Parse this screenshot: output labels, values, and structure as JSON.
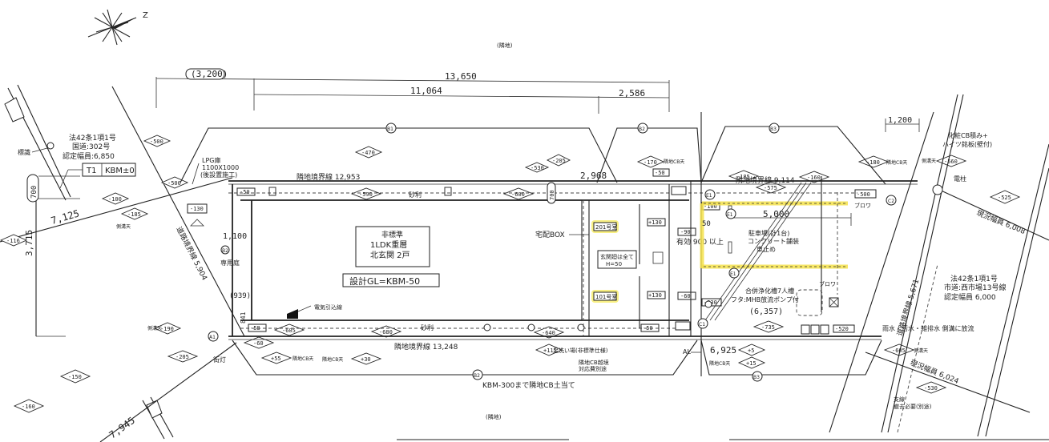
{
  "compass": {
    "north_label": "Z",
    "icon": "compass-rose-icon"
  },
  "neighbor_labels": {
    "top": "(隣地)",
    "bottom": "(隣地)"
  },
  "dimensions": {
    "top_overall": "13,650",
    "top_left_paren": "(3,200)",
    "top_sub_a": "11,064",
    "top_sub_b": "2,586",
    "right_top": "1,200",
    "boundary_top": "隣地境界線 12,953",
    "boundary_top_right_a": "2,968",
    "boundary_top_right_b": "隣地境界線 9,114",
    "boundary_bottom": "隣地境界線 13,248",
    "boundary_bottom_right": "6,925",
    "road_left": "道路境界線 5,904",
    "road_right": "道路境界線 5,671",
    "left_diag": "7,125",
    "left_vertical": "3,715",
    "left_bottom_diag": "7,945",
    "right_road_top": "現況幅員 6,008",
    "right_road_bottom": "現況幅員 6,024",
    "parking_len": "5,000",
    "septic_dim": "(6,357)",
    "dim_1100": "1,100",
    "dim_939": "(939)",
    "dim_841": "841",
    "dim_700_left": "700",
    "dim_700_mid": "700",
    "stair_width": "有効 900 以上",
    "pk_side": "50"
  },
  "road_info": {
    "left": {
      "line1": "法42条1項1号",
      "line2": "国道:302号",
      "line3": "認定幅員:6,850"
    },
    "right": {
      "line1": "法42条1項1号",
      "line2": "市道:西市場13号線",
      "line3": "認定幅員 6,000"
    }
  },
  "benchmark": {
    "label": "T1",
    "value": "KBM±0"
  },
  "building": {
    "title_line1": "非標準",
    "title_line2": "1LDK重層",
    "title_line3": "北玄関 2戸",
    "design_gl": "設計GL=KBM-50",
    "unit_201": "201号室",
    "unit_101": "101号室",
    "entry_note_line1": "玄関廻は全て",
    "entry_note_line2": "H=50",
    "delivery_box": "宅配BOX"
  },
  "annotations": {
    "lpg_line1": "LPG庫",
    "lpg_line2": "1100X1000",
    "lpg_line3": "(後設置施工)",
    "gravel_top": "砂利",
    "gravel_bottom": "砂利",
    "private_garden": "専用庭",
    "electric": "電気引込線",
    "street_light": "街灯",
    "sign": "標識",
    "utility_pole": "電柱",
    "parking_line1": "駐車場(計1台)",
    "parking_line2": "コンクリート舗装",
    "parking_line3": "車止め",
    "septic_line1": "合併浄化槽7人槽",
    "septic_line2": "フタ:MHB放流ポンプ付",
    "blower": "ブロワ",
    "blower2": "ブロワ",
    "footwash": "足洗い場(非標準仕様)",
    "al": "AL",
    "neighbor_cb": "隣地CB越境",
    "neighbor_cb2": "対応費別途",
    "kbm_note": "KBM-300まで隣地CB土当て",
    "cb_fence_line1": "化粧CB積み+",
    "cb_fence_line2": "ハイツ銘板(壁付)",
    "drainage": "雨水・汚水・雑排水 側溝に放流",
    "branch_line1": "支線",
    "branch_line2": "撤去必要(別途)",
    "neighbor_cb_top": "隣地CB天",
    "neighbor_cb_top2": "隣地CB天",
    "drain_top": "側溝天",
    "drain_top2": "側溝天",
    "drain_bottom": "側溝天",
    "drain_bottom_r": "側溝天",
    "nb_cb_bottom_a": "隣地CB天",
    "nb_cb_bottom_b": "隣地CB天",
    "nb_cb_bottom_c": "隣地CB天"
  },
  "levels": {
    "l_m500a": "-500",
    "l_m500b": "-500",
    "l_m470": "-470",
    "l_m530": "-530",
    "l_m205": "-205",
    "l_m170": "-170",
    "l_m50a": "-50",
    "l_m100": "-100",
    "l_m185a": "-185",
    "l_m116": "-116",
    "l_m130": "-130",
    "l_m590": "-590",
    "l_m600": "-600",
    "l_m50b": "-50",
    "l_p130a": "+130",
    "l_p130b": "+130",
    "l_m90": "-90",
    "l_m60a": "-60",
    "l_m190": "-190",
    "l_m205b": "-205",
    "l_m150": "-150",
    "l_m160a": "-160",
    "l_m58": "-58",
    "l_m605": "-605",
    "l_m680": "-680",
    "l_m640": "-640",
    "l_m60b": "-60",
    "l_p55": "+55",
    "l_p30": "+30",
    "l_p115": "+115",
    "l_m50c": "-50",
    "l_m185b": "-185",
    "l_m575": "-575",
    "l_m160b": "-160",
    "l_m180": "-180",
    "l_m500c": "-500",
    "l_m560": "-560",
    "l_m525": "-525",
    "l_m100b": "-100",
    "l_m230": "-230",
    "l_m735": "-735",
    "l_p5": "+5",
    "l_p15": "+15",
    "l_m520": "-520",
    "l_m605b": "-605",
    "l_m530b": "-530"
  },
  "markers": {
    "b1": "B1",
    "b2": "B2",
    "b3": "B3",
    "b2_left": "B2",
    "a1": "A1",
    "c1": "C1",
    "c2": "C2",
    "e1a": "E1",
    "e1b": "E1",
    "e1c": "E1"
  },
  "colors": {
    "highlight": "#f3e04a",
    "line": "#222222",
    "background": "#ffffff"
  }
}
